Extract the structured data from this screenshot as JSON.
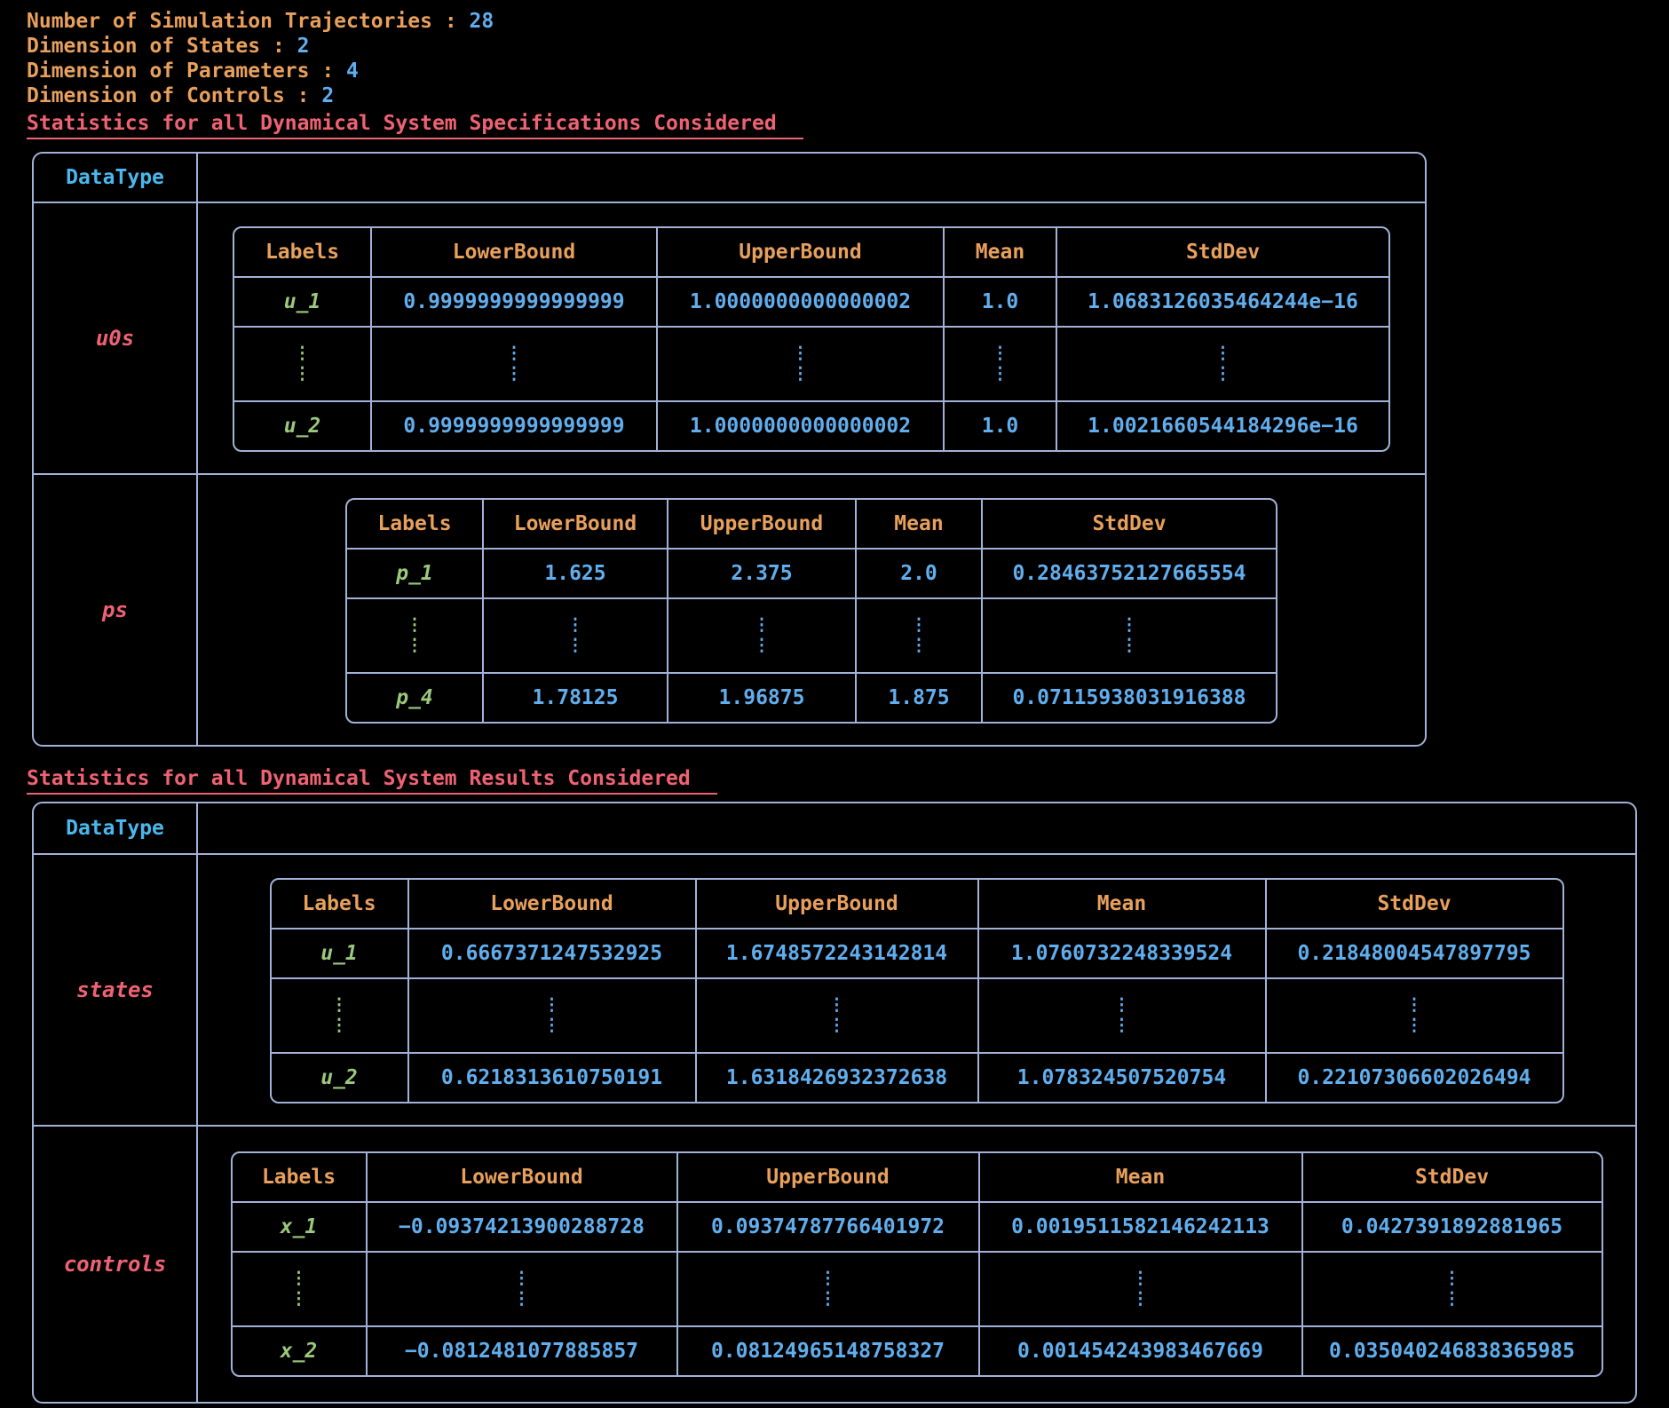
{
  "meta": [
    {
      "label": "Number of Simulation Trajectories",
      "value": "28"
    },
    {
      "label": "Dimension of States",
      "value": "2"
    },
    {
      "label": "Dimension of Parameters",
      "value": "4"
    },
    {
      "label": "Dimension of Controls",
      "value": "2"
    }
  ],
  "glyphs": {
    "sep": " : ",
    "vellipsis": "⋮"
  },
  "columns": [
    "Labels",
    "LowerBound",
    "UpperBound",
    "Mean",
    "StdDev"
  ],
  "sections": [
    {
      "title": "Statistics for all Dynamical System Specifications Considered",
      "datatype_header": "DataType",
      "groups": [
        {
          "name": "u0s",
          "rows": [
            {
              "label": "u_1",
              "values": [
                "0.9999999999999999",
                "1.0000000000000002",
                "1.0",
                "1.0683126035464244e−16"
              ]
            },
            {
              "label": "u_2",
              "values": [
                "0.9999999999999999",
                "1.0000000000000002",
                "1.0",
                "1.0021660544184296e−16"
              ]
            }
          ]
        },
        {
          "name": "ps",
          "rows": [
            {
              "label": "p_1",
              "values": [
                "1.625",
                "2.375",
                "2.0",
                "0.28463752127665554"
              ]
            },
            {
              "label": "p_4",
              "values": [
                "1.78125",
                "1.96875",
                "1.875",
                "0.07115938031916388"
              ]
            }
          ]
        }
      ]
    },
    {
      "title": "Statistics for all Dynamical System Results Considered",
      "datatype_header": "DataType",
      "groups": [
        {
          "name": "states",
          "rows": [
            {
              "label": "u_1",
              "values": [
                "0.6667371247532925",
                "1.6748572243142814",
                "1.0760732248339524",
                "0.21848004547897795"
              ]
            },
            {
              "label": "u_2",
              "values": [
                "0.6218313610750191",
                "1.6318426932372638",
                "1.078324507520754",
                "0.22107306602026494"
              ]
            }
          ]
        },
        {
          "name": "controls",
          "rows": [
            {
              "label": "x_1",
              "values": [
                "−0.09374213900288728",
                "0.09374787766401972",
                "0.0019511582146242113",
                "0.0427391892881965"
              ]
            },
            {
              "label": "x_2",
              "values": [
                "−0.0812481077885857",
                "0.08124965148758327",
                "0.001454243983467669",
                "0.035040246838365985"
              ]
            }
          ]
        }
      ]
    }
  ],
  "colors": {
    "background": "#000000",
    "label_orange": "#e8a05c",
    "value_blue": "#61aeee",
    "datatype_cyan": "#4ab8ed",
    "title_pink": "#ef6273",
    "row_label_green": "#9ac87c",
    "border": "#a2b1d8"
  }
}
